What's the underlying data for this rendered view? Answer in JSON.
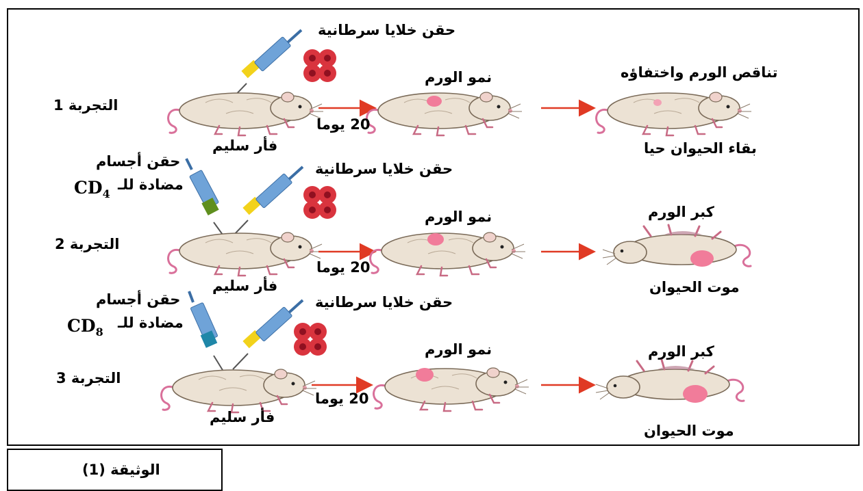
{
  "experiments": [
    {
      "label": "التجربة 1",
      "antibody_injection": null,
      "cancer_injection": "حقن خلايا سرطانية",
      "mouse_label": "فأر سليم",
      "duration": "20 يوما",
      "stage2_top": "نمو الورم",
      "stage3_top": "تناقص الورم واختفاؤه",
      "stage3_bottom": "بقاء الحيوان حيا",
      "syringe_color": "#4a8a1c"
    },
    {
      "label": "التجربة 2",
      "antibody_injection": {
        "line1": "حقن أجسام",
        "line2": "مضادة للـ",
        "marker": "CD",
        "marker_sub": "4"
      },
      "cancer_injection": "حقن خلايا سرطانية",
      "mouse_label": "فأر سليم",
      "duration": "20 يوما",
      "stage2_top": "نمو الورم",
      "stage3_top": "كبر الورم",
      "stage3_bottom": "موت الحيوان",
      "syringe_color": "#5f8f1e"
    },
    {
      "label": "التجربة 3",
      "antibody_injection": {
        "line1": "حقن أجسام",
        "line2": "مضادة للـ",
        "marker": "CD",
        "marker_sub": "8"
      },
      "cancer_injection": "حقن خلايا سرطانية",
      "mouse_label": "فأر سليم",
      "duration": "20 يوما",
      "stage2_top": "نمو الورم",
      "stage3_top": "كبر الورم",
      "stage3_bottom": "موت الحيوان",
      "syringe_color": "#1f87a8"
    }
  ],
  "caption": "الوثيقة (1)",
  "colors": {
    "arrow": "#e03a24",
    "mouse_body": "#ece2d4",
    "mouse_outline": "#7a6a58",
    "tail": "#d9709a",
    "tumor": "#f17c9a",
    "cell": "#d9343e",
    "cell_nucleus": "#8f1020",
    "syringe_barrel": "#6fa3d8",
    "syringe_yellow": "#f2d21b"
  }
}
